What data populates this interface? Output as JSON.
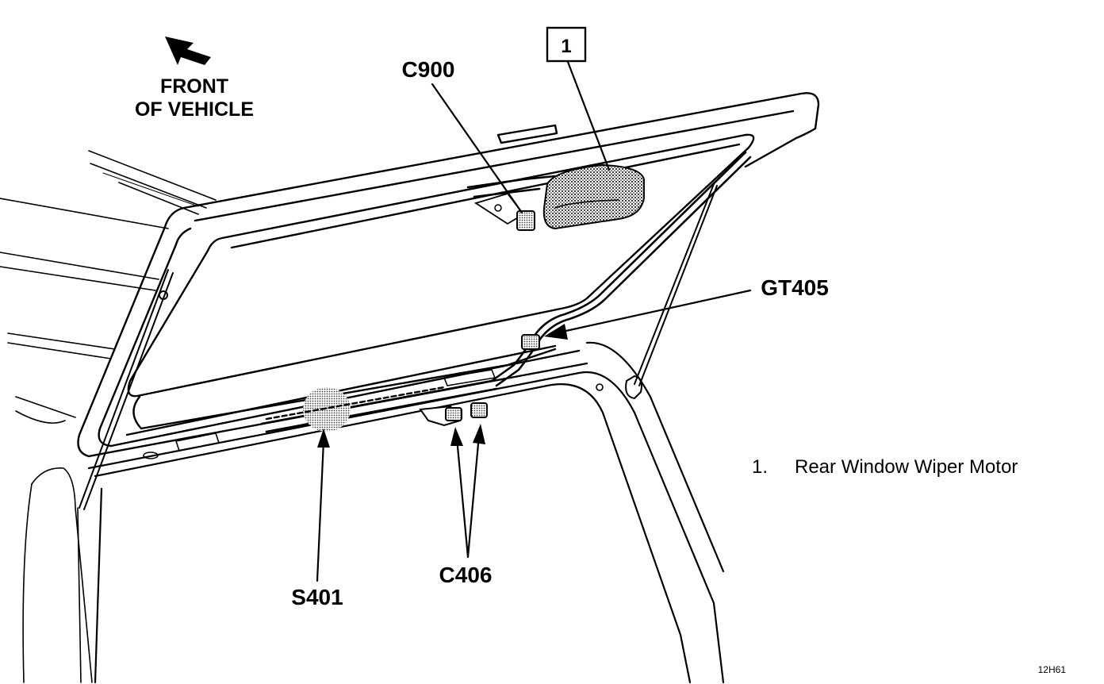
{
  "orientation": {
    "line1": "FRONT",
    "line2": "OF VEHICLE"
  },
  "callouts": {
    "c900": "C900",
    "item1": "1",
    "gt405": "GT405",
    "s401": "S401",
    "c406": "C406"
  },
  "legend": {
    "number": "1.",
    "text": "Rear Window Wiper Motor"
  },
  "figure_code": "12H61",
  "colors": {
    "ink": "#000000",
    "paper": "#ffffff",
    "shade": "#6a6a6a"
  }
}
